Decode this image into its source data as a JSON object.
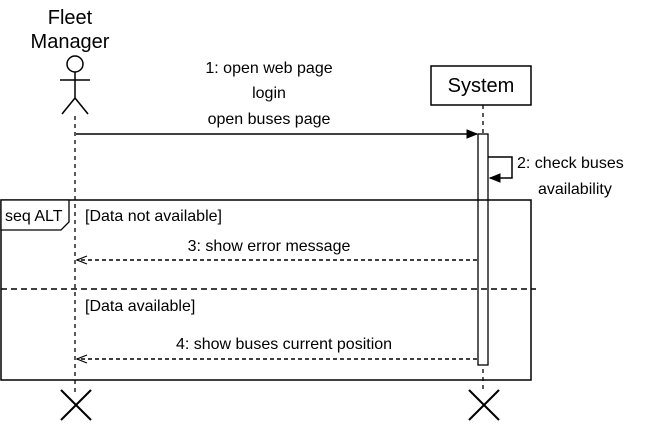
{
  "actor": {
    "name_line1": "Fleet",
    "name_line2": "Manager"
  },
  "system": {
    "label": "System"
  },
  "messages": {
    "m1_line1": "1: open web page",
    "m1_line2": "login",
    "m1_line3": "open buses page",
    "m2_line1": "2: check buses",
    "m2_line2": "availability",
    "m3": "3: show error message",
    "m4": "4: show buses current position"
  },
  "fragment": {
    "label": "seq ALT",
    "guard1": "[Data not available]",
    "guard2": "[Data available]"
  }
}
